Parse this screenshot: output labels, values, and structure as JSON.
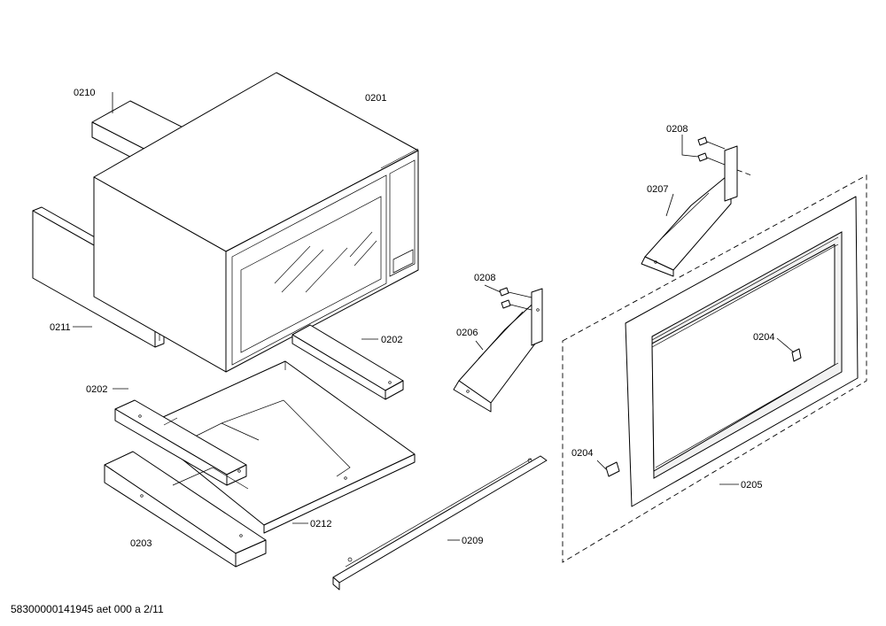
{
  "labels": {
    "p0201": "0201",
    "p0202a": "0202",
    "p0202b": "0202",
    "p0203": "0203",
    "p0204a": "0204",
    "p0204b": "0204",
    "p0205": "0205",
    "p0206": "0206",
    "p0207": "0207",
    "p0208a": "0208",
    "p0208b": "0208",
    "p0209": "0209",
    "p0210": "0210",
    "p0211": "0211",
    "p0212": "0212"
  },
  "footer": "58300000141945 aet 000 a 2/11"
}
